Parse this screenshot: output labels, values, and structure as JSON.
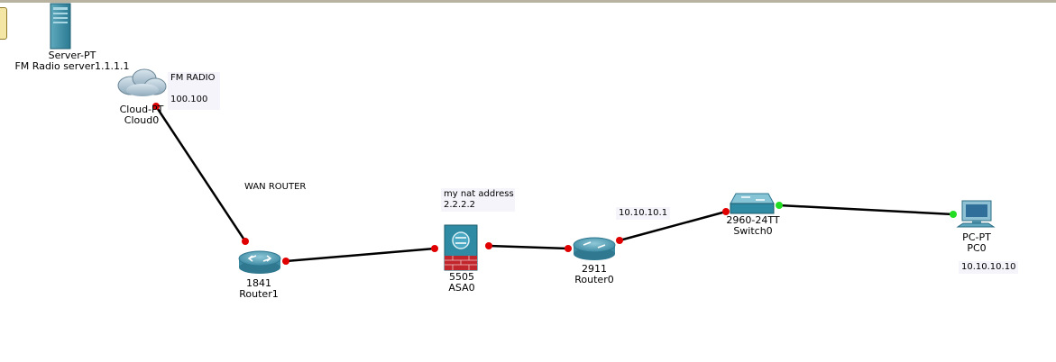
{
  "devices": [
    {
      "id": "server",
      "model": "Server-PT",
      "name": "FM Radio server1.1.1.1",
      "icon": "server-icon"
    },
    {
      "id": "cloud",
      "model": "Cloud-PT",
      "name": "Cloud0",
      "icon": "cloud-icon"
    },
    {
      "id": "router1",
      "model": "1841",
      "name": "Router1",
      "icon": "router-icon"
    },
    {
      "id": "asa",
      "model": "5505",
      "name": "ASA0",
      "icon": "firewall-icon"
    },
    {
      "id": "router0",
      "model": "2911",
      "name": "Router0",
      "icon": "router-icon"
    },
    {
      "id": "switch",
      "model": "2960-24TT",
      "name": "Switch0",
      "icon": "switch-icon"
    },
    {
      "id": "pc",
      "model": "PC-PT",
      "name": "PC0",
      "icon": "pc-icon"
    }
  ],
  "notes": {
    "fm_radio": "FM RADIO",
    "fm_addr": "100.100",
    "wan_router": "WAN ROUTER",
    "nat_title": "my nat address",
    "nat_addr": "2.2.2.2",
    "r0_addr": "10.10.10.1",
    "pc_addr": "10.10.10.10"
  },
  "colors": {
    "link": "#000000",
    "port_down": "#e00000",
    "port_up": "#22dd22",
    "device_teal": "#2f8aa3",
    "note_bg": "#f4f4fa"
  }
}
